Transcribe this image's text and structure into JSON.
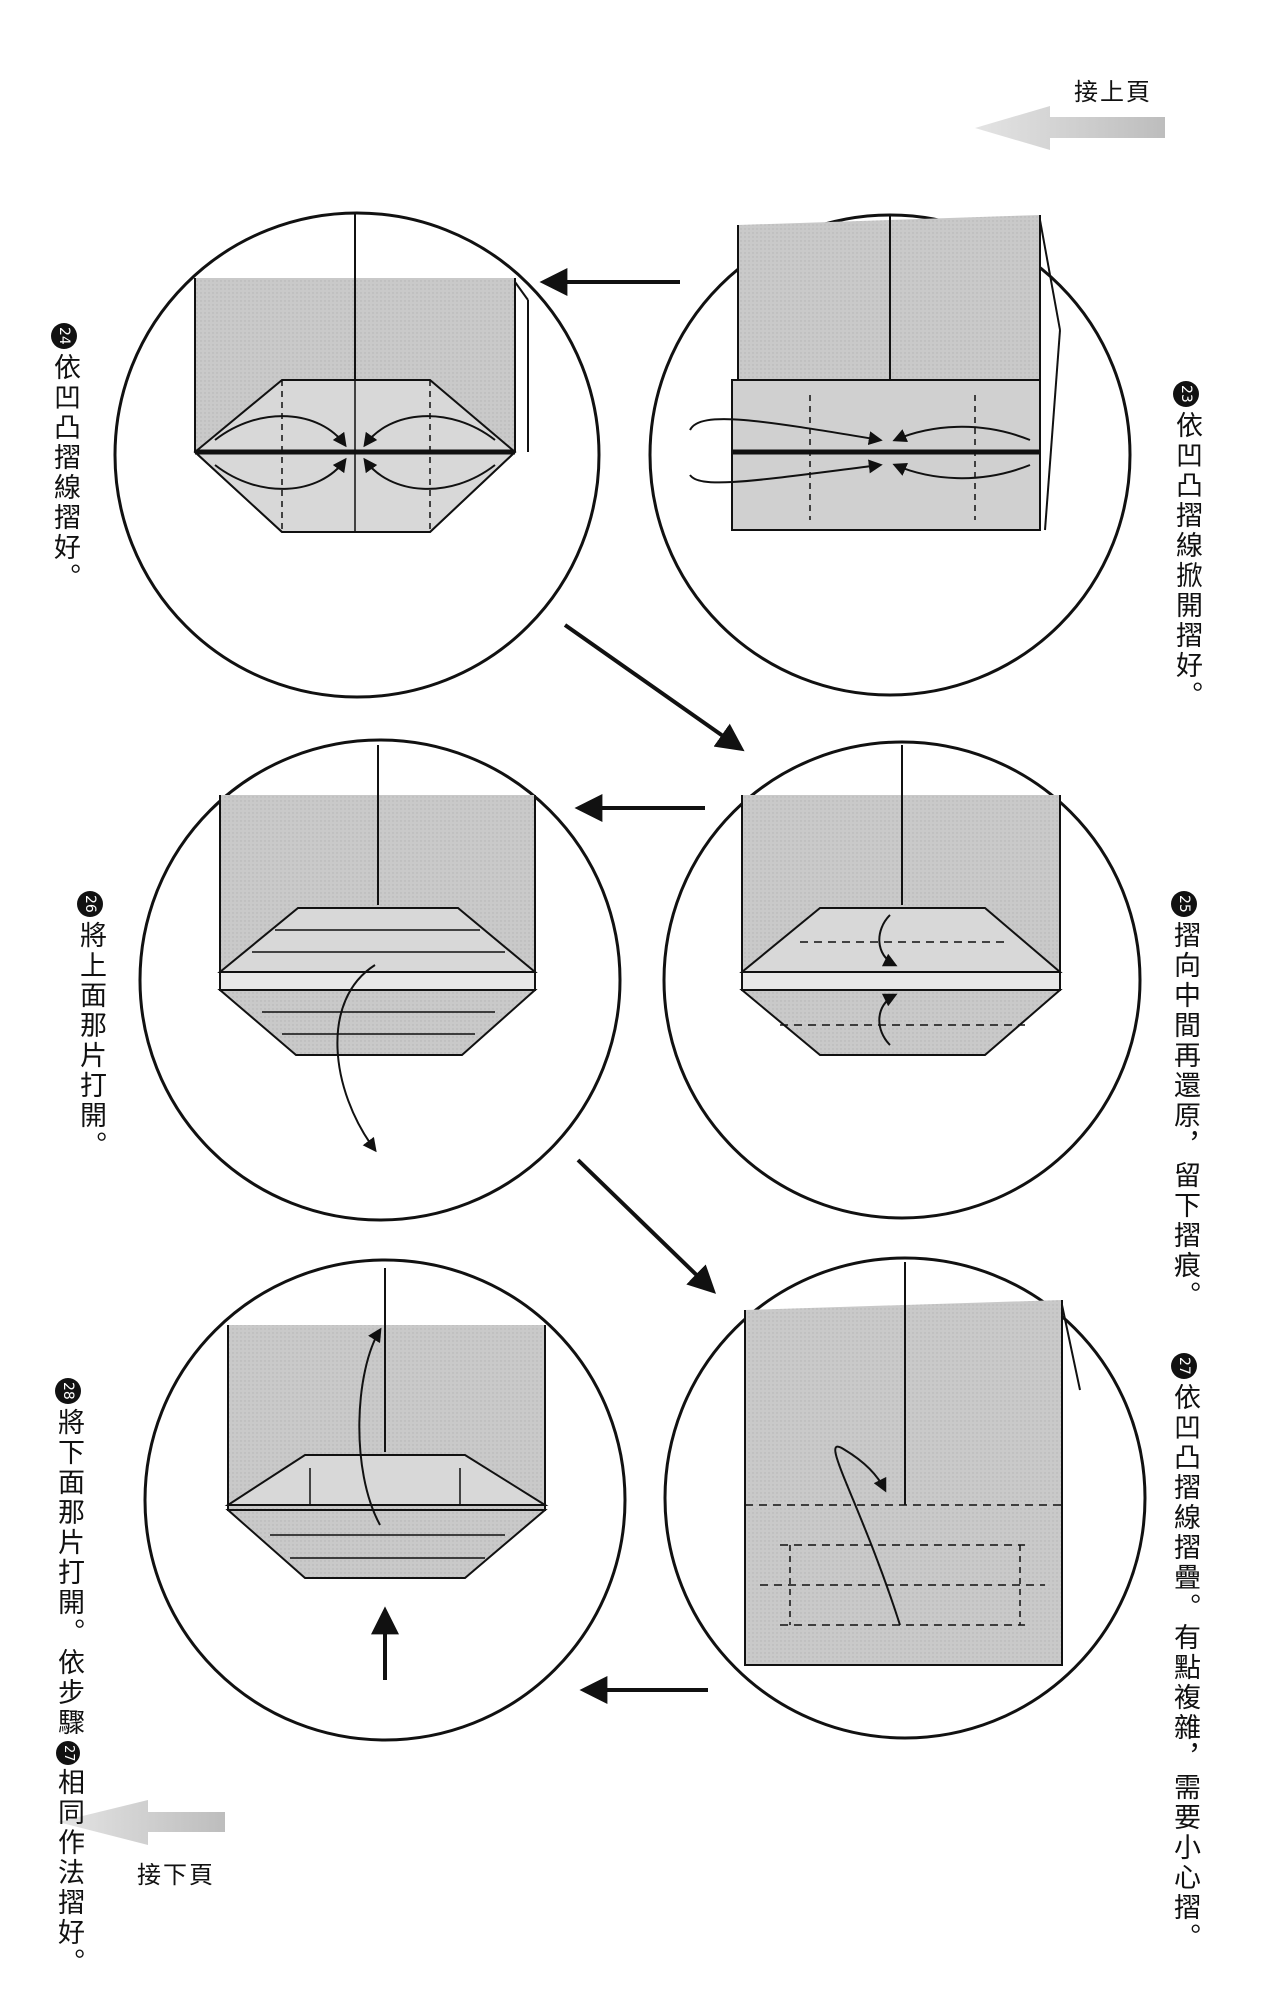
{
  "nav": {
    "prev": "接上頁",
    "next": "接下頁"
  },
  "steps": [
    {
      "num": "24",
      "text": "依凹凸摺線摺好。"
    },
    {
      "num": "23",
      "text": "依凹凸摺線掀開摺好。"
    },
    {
      "num": "26",
      "text": "將上面那片打開。"
    },
    {
      "num": "25",
      "text": "摺向中間再還原，留下摺痕。"
    },
    {
      "num": "28",
      "text_a": "將下面那片打開。依步驟",
      "ref": "27",
      "text_b": "相同作法摺好。"
    },
    {
      "num": "27",
      "text": "依凹凸摺線摺疊。有點複雜，需要小心摺。"
    }
  ],
  "colors": {
    "paper": "#c8c8c8",
    "paper_light": "#d8d8d8",
    "ink": "#111111",
    "nav_arrow": "#cfcfcf"
  }
}
